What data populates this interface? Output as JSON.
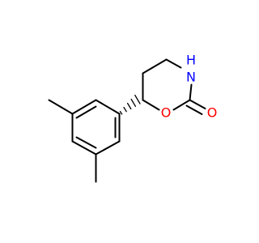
{
  "molecule": {
    "atoms": {
      "n": {
        "label": "N",
        "h_label": "H",
        "color": "#0000ff"
      },
      "ring_o": {
        "label": "O",
        "color": "#ff0000"
      },
      "carbonyl_o": {
        "label": "O",
        "color": "#ff0000"
      }
    },
    "bond_color": "#000000",
    "background": "#ffffff"
  }
}
